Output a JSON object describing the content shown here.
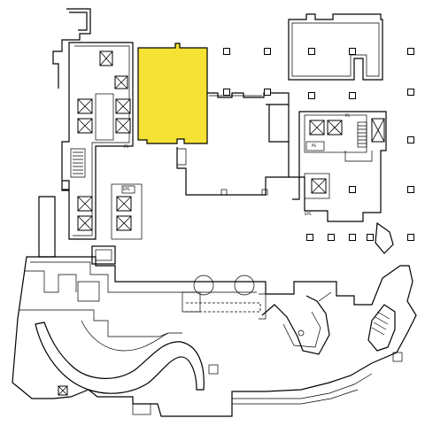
{
  "floor_plan": {
    "highlighted_space": {
      "color": "#f6e234"
    },
    "room_labels": [
      {
        "id": "lbl-ps-1",
        "text": "PS"
      },
      {
        "id": "lbl-eps-1",
        "text": "EPS"
      },
      {
        "id": "lbl-ps-2",
        "text": "PS"
      },
      {
        "id": "lbl-ps-3",
        "text": "PS"
      },
      {
        "id": "lbl-eps-2",
        "text": "EPS"
      }
    ]
  }
}
